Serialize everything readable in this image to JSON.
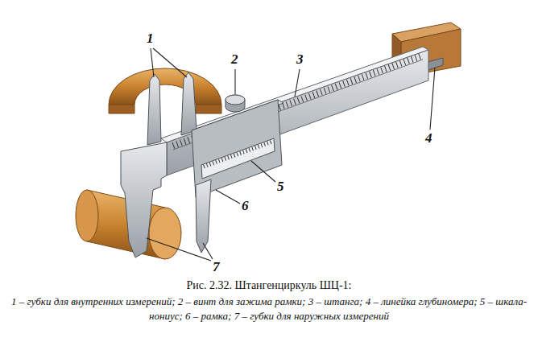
{
  "diagram": {
    "caption": "Рис. 2.32. Штангенциркуль ШЦ-1:",
    "labels": [
      "1",
      "2",
      "3",
      "4",
      "5",
      "6",
      "7",
      "1 – губки для внутренних измерений; 2 – винт для зажима рамки; 3 – штанга; 4 – линейка глубиномера; 5 – шкала-нониус; 6 – рамка; 7 – губки для наружных измерений"
    ]
  }
}
